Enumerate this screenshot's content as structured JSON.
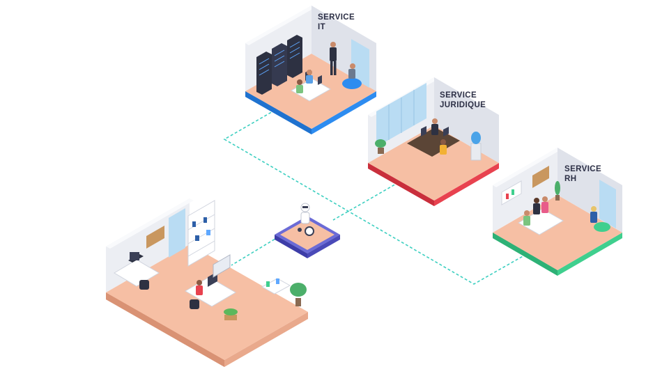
{
  "rooms": {
    "it": {
      "label_line1": "SERVICE",
      "label_line2": "IT",
      "accent": "#2d8cf0"
    },
    "juridique": {
      "label_line1": "SERVICE",
      "label_line2": "JURIDIQUE",
      "accent": "#e8424f"
    },
    "rh": {
      "label_line1": "SERVICE",
      "label_line2": "RH",
      "accent": "#3fcf8e"
    },
    "office": {
      "accent": "#e9a98c"
    },
    "robot_hub": {
      "accent": "#4a4ab8"
    }
  },
  "colors": {
    "connector": "#3ccfc0",
    "floor": "#f6bfa4",
    "wall": "#eceef3",
    "wall_shade": "#dfe2ea",
    "window": "#b9dcf3"
  },
  "icons": [
    "server-rack-icon",
    "person-icon",
    "desk-icon",
    "robot-icon",
    "plant-icon",
    "water-cooler-icon",
    "bookshelf-icon",
    "cork-board-icon",
    "beanbag-icon",
    "printer-icon"
  ]
}
